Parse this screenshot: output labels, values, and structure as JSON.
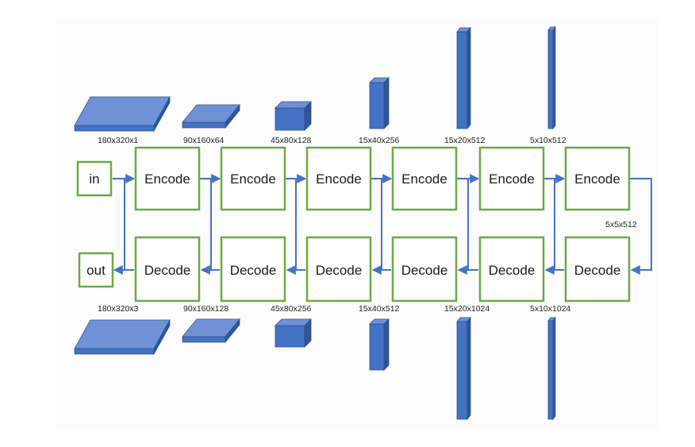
{
  "colors": {
    "panel_background": "#fcfcfc",
    "box_border": "#6aaa45",
    "arrow": "#4472c4",
    "tensor_front": "#4472c4",
    "tensor_top": "#6f92d6",
    "tensor_side": "#2f5597",
    "tensor_edge": "#2f528f",
    "text": "#1a1a1a"
  },
  "input_node": {
    "label": "in"
  },
  "output_node": {
    "label": "out"
  },
  "encoders": [
    {
      "label": "Encode",
      "dim": "180x320x1"
    },
    {
      "label": "Encode",
      "dim": "90x160x64"
    },
    {
      "label": "Encode",
      "dim": "45x80x128"
    },
    {
      "label": "Encode",
      "dim": "15x40x256"
    },
    {
      "label": "Encode",
      "dim": "15x20x512"
    },
    {
      "label": "Encode",
      "dim": "5x10x512"
    }
  ],
  "bottleneck": {
    "dim": "5x5x512"
  },
  "decoders": [
    {
      "label": "Decode",
      "dim": "180x320x3"
    },
    {
      "label": "Decode",
      "dim": "90x160x128"
    },
    {
      "label": "Decode",
      "dim": "45x80x256"
    },
    {
      "label": "Decode",
      "dim": "15x40x512"
    },
    {
      "label": "Decode",
      "dim": "15x20x1024"
    },
    {
      "label": "Decode",
      "dim": "5x10x1024"
    }
  ]
}
